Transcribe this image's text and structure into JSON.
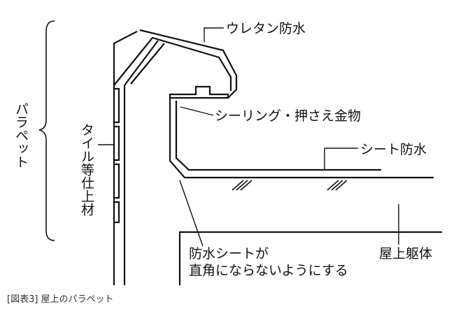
{
  "labels": {
    "urethane": "ウレタン防水",
    "sealing": "シーリング・押さえ金物",
    "sheet": "シート防水",
    "parapet": "パラペット",
    "tile": "タイル等仕上材",
    "waterproof_line1": "防水シートが",
    "waterproof_line2": "直角にならないようにする",
    "structure": "屋上躯体"
  },
  "caption": "[図表3] 屋上のパラペット"
}
